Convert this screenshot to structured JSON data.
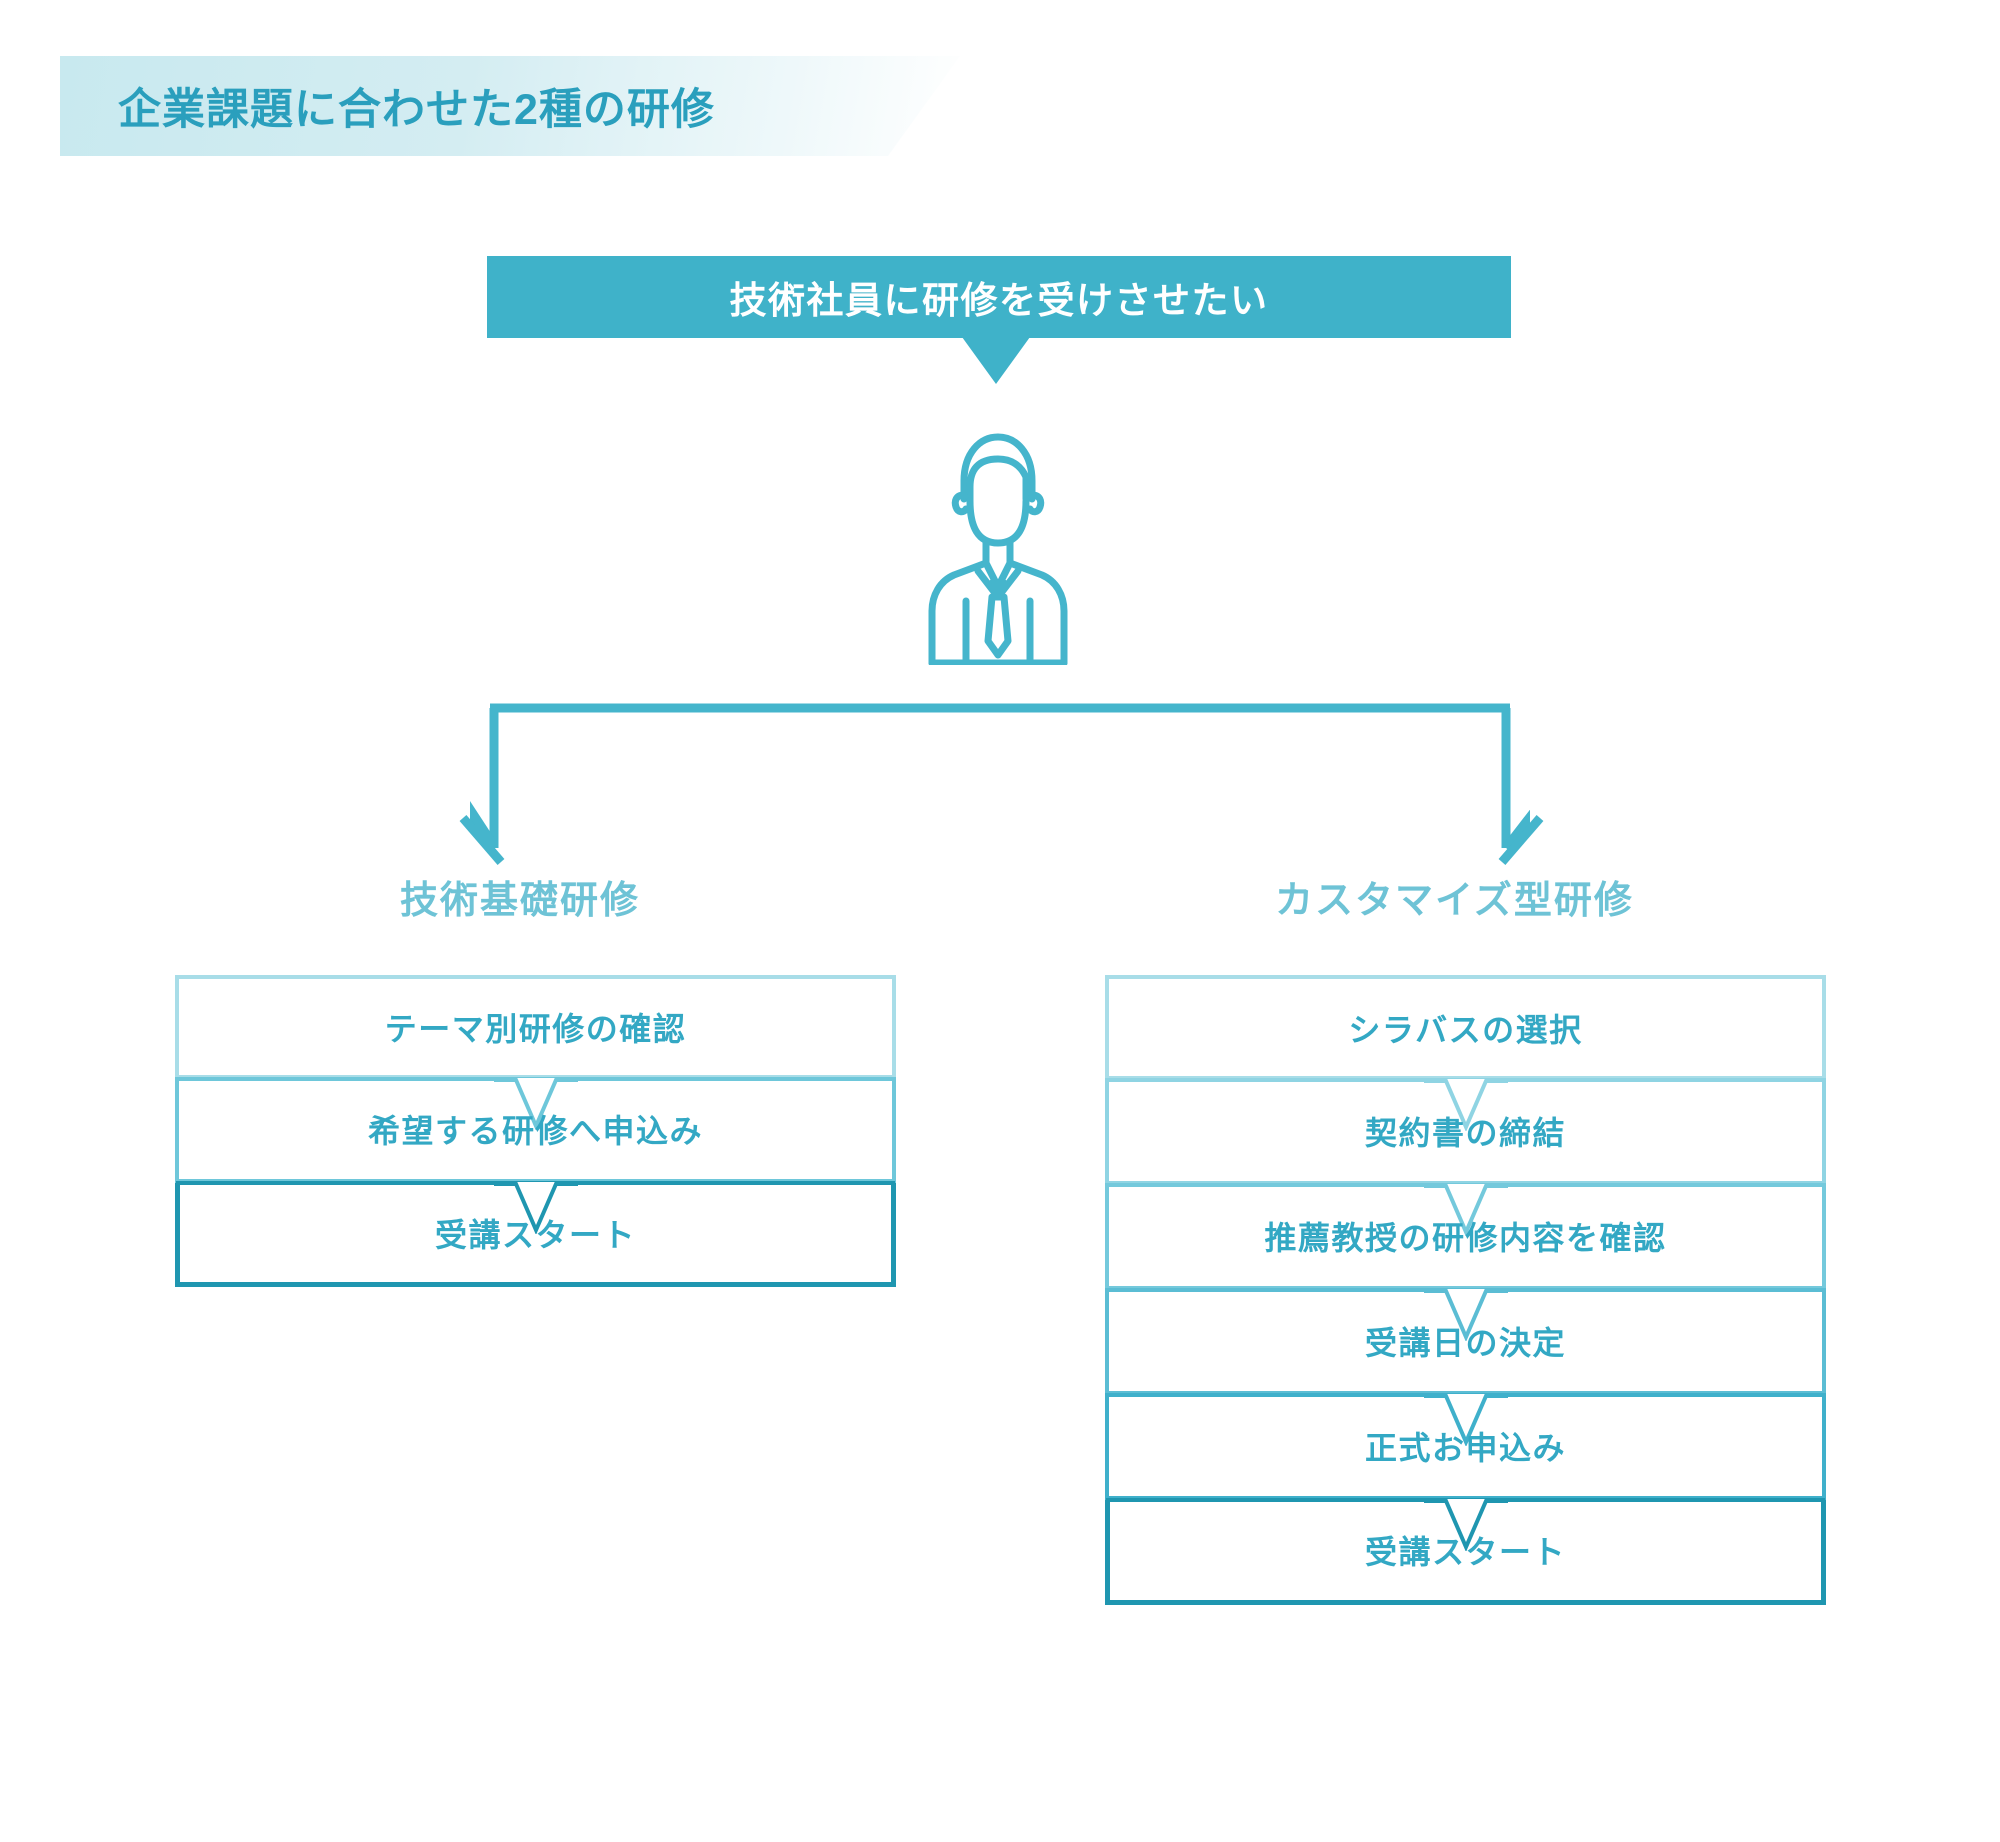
{
  "title": {
    "text": "企業課題に合わせた2種の研修",
    "accent_color": "#2a9fbd",
    "banner_color": "#c8e9ef"
  },
  "header_box": {
    "text": "技術社員に研修を受けさせたい",
    "background_color": "#3fb2c9",
    "text_color": "#ffffff"
  },
  "persona_icon": {
    "name": "businessman-icon",
    "color": "#45b5cc"
  },
  "branch": {
    "name": "branch-connector",
    "color": "#45b5cc",
    "targets": 2
  },
  "columns": [
    {
      "id": "basic",
      "heading": "技術基礎研修",
      "heading_color": "#6ec3d6",
      "steps": [
        {
          "label": "テーマ別研修の確認",
          "border_color": "#a8dde8"
        },
        {
          "label": "希望する研修へ申込み",
          "border_color": "#6ec7da"
        },
        {
          "label": "受講スタート",
          "border_color": "#1f96b0"
        }
      ]
    },
    {
      "id": "custom",
      "heading": "カスタマイズ型研修",
      "heading_color": "#6ec3d6",
      "steps": [
        {
          "label": "シラバスの選択",
          "border_color": "#a8dde8"
        },
        {
          "label": "契約書の締結",
          "border_color": "#8fd4e3"
        },
        {
          "label": "推薦教授の研修内容を確認",
          "border_color": "#74c9dc"
        },
        {
          "label": "受講日の決定",
          "border_color": "#5bbdd4"
        },
        {
          "label": "正式お申込み",
          "border_color": "#3fb0cb"
        },
        {
          "label": "受講スタート",
          "border_color": "#1f96b0"
        }
      ]
    }
  ]
}
